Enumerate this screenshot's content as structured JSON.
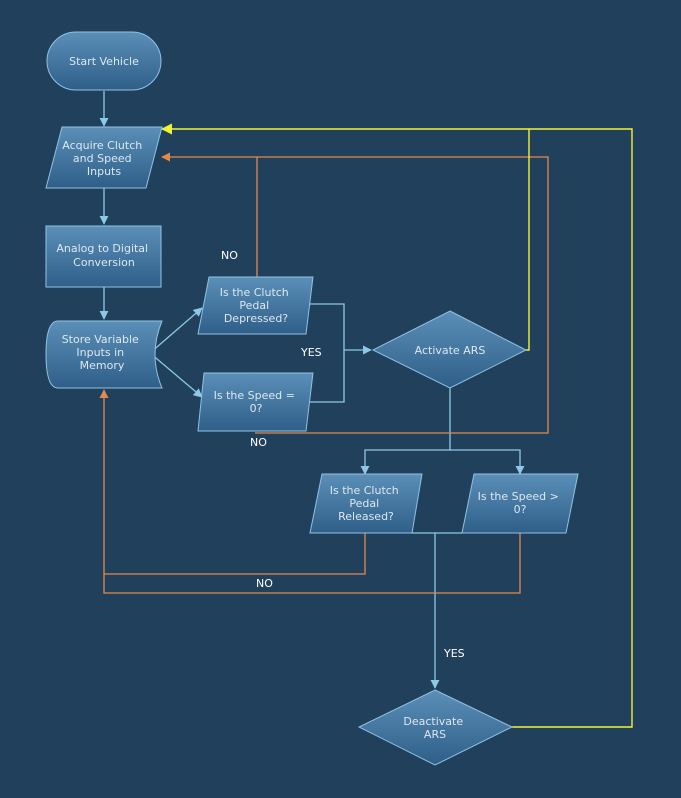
{
  "nodes": {
    "start_vehicle": [
      "Start Vehicle"
    ],
    "acquire_inputs": [
      "Acquire Clutch",
      "and Speed",
      "Inputs"
    ],
    "adc": [
      "Analog to Digital",
      "Conversion"
    ],
    "store_memory": [
      "Store Variable",
      "Inputs in",
      "Memory"
    ],
    "clutch_depressed": [
      "Is the Clutch",
      "Pedal",
      "Depressed?"
    ],
    "speed_zero": [
      "Is the Speed =",
      "0?"
    ],
    "activate_ars": [
      "Activate ARS"
    ],
    "clutch_released": [
      "Is the Clutch",
      "Pedal",
      "Released?"
    ],
    "speed_gt_zero": [
      "Is the Speed >",
      "0?"
    ],
    "deactivate_ars": [
      "Deactivate",
      "ARS"
    ]
  },
  "edge_labels": {
    "clutch_no": "NO",
    "yes_activate": "YES",
    "speed_no": "NO",
    "release_no": "NO",
    "yes_deactivate": "YES"
  },
  "colors": {
    "background": "#21405c",
    "flow_line": "#8cc9e6",
    "no_path_line": "#e2894c",
    "return_line": "#f2f233",
    "shape_fill_top": "#5b8fb8",
    "shape_fill_bottom": "#2f5f89",
    "shape_border": "#8fc3e3"
  }
}
